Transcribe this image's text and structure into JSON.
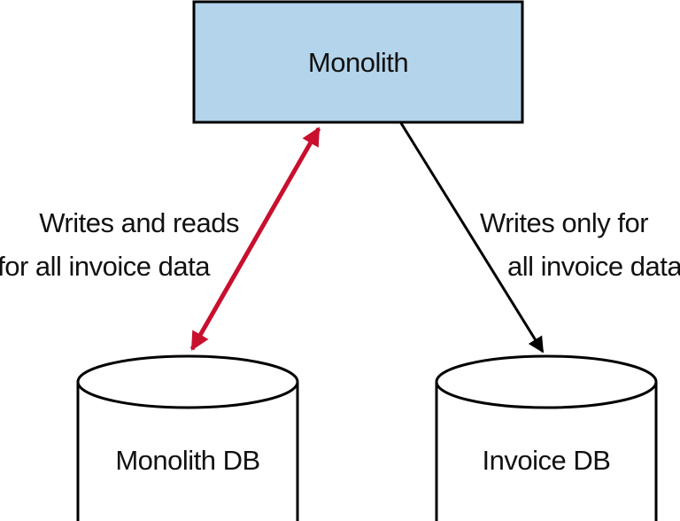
{
  "nodes": {
    "monolith": {
      "label": "Monolith"
    },
    "monolith_db": {
      "label": "Monolith DB"
    },
    "invoice_db": {
      "label": "Invoice DB"
    }
  },
  "edges": {
    "monolith_to_monolith_db": {
      "label_lines": [
        "Writes and reads",
        "for all invoice data"
      ],
      "color": "#c8102e",
      "direction": "bidirectional"
    },
    "monolith_to_invoice_db": {
      "label_lines": [
        "Writes only for",
        "all invoice data"
      ],
      "color": "#000000",
      "direction": "one-way"
    }
  },
  "colors": {
    "monolith_fill": "#b3d4ea",
    "stroke": "#000000"
  }
}
